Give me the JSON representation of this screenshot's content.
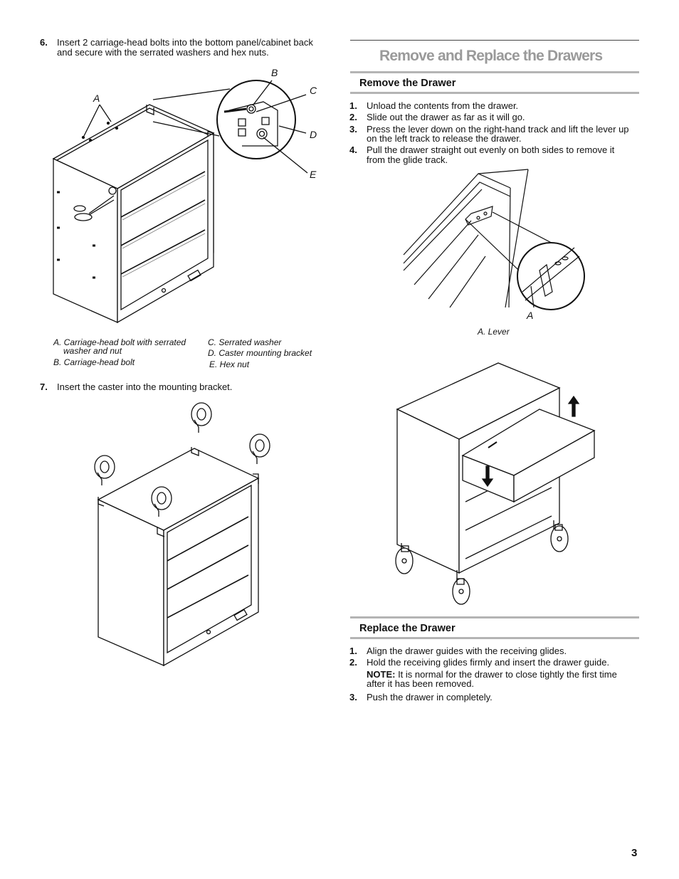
{
  "left_column": {
    "step6": {
      "number": "6.",
      "text_line1": "Insert 2 carriage-head bolts into the bottom panel/cabinet back",
      "text_line2": "and secure with the serrated washers and hex nuts."
    },
    "figure1": {
      "letters": {
        "a": "A",
        "b": "B",
        "c": "C",
        "d": "D",
        "e": "E"
      },
      "legend": {
        "a_line1": "A. Carriage-head bolt with serrated",
        "a_line2": "washer and nut",
        "b": "B. Carriage-head bolt",
        "c": "C. Serrated washer",
        "d": "D. Caster mounting bracket",
        "e": "E. Hex nut"
      }
    },
    "step7": {
      "number": "7.",
      "text": "Insert the caster into the mounting bracket."
    }
  },
  "right_column": {
    "section_title": "Remove and Replace the Drawers",
    "remove": {
      "heading": "Remove the Drawer",
      "steps": [
        {
          "num": "1.",
          "line1": "Unload the contents from the drawer.",
          "line2": ""
        },
        {
          "num": "2.",
          "line1": "Slide out the drawer as far as it will go.",
          "line2": ""
        },
        {
          "num": "3.",
          "line1": "Press the lever down on the right-hand track and lift the lever up",
          "line2": "on the left track to release the drawer."
        },
        {
          "num": "4.",
          "line1": "Pull the drawer straight out evenly on both sides to remove it",
          "line2": "from the glide track."
        }
      ],
      "figure_letter": "A",
      "figure_caption": "A. Lever"
    },
    "replace": {
      "heading": "Replace the Drawer",
      "steps": [
        {
          "num": "1.",
          "text": "Align the drawer guides with the receiving glides."
        },
        {
          "num": "2.",
          "text": "Hold the receiving glides firmly and insert the drawer guide."
        },
        {
          "num": "3.",
          "text": "Push the drawer in completely."
        }
      ],
      "note_label": "NOTE:",
      "note_line1": " It is normal for the drawer to close tightly the first time",
      "note_line2": "after it has been removed."
    }
  },
  "page_number": "3"
}
